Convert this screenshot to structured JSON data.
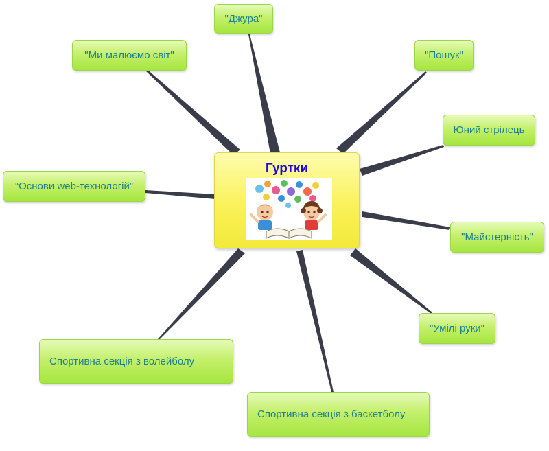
{
  "center": {
    "title": "Гуртки",
    "image": "children-reading-book-illustration"
  },
  "nodes": [
    {
      "id": "dzhura",
      "label": "\"Джура\""
    },
    {
      "id": "my-maliuiemo-svit",
      "label": "\"Ми малюємо світ\""
    },
    {
      "id": "poshuk",
      "label": "\"Пошук\""
    },
    {
      "id": "yunyi-strilets",
      "label": "Юний стрілець"
    },
    {
      "id": "osnovy-web",
      "label": "“Основи web-технологій”"
    },
    {
      "id": "maisternist",
      "label": "\"Майстерність\""
    },
    {
      "id": "umili-ruky",
      "label": "\"Умілі руки\""
    },
    {
      "id": "sport-volleyball",
      "label": "Спортивна секція з волейболу"
    },
    {
      "id": "sport-basketball",
      "label": "Спортивна секція з баскетболу"
    }
  ],
  "colors": {
    "node_text": "#1a7f96",
    "center_title": "#1d0bd6",
    "connector": "#3b3c4a",
    "node_fill": "#c4f06c",
    "center_fill": "#faf25a"
  }
}
